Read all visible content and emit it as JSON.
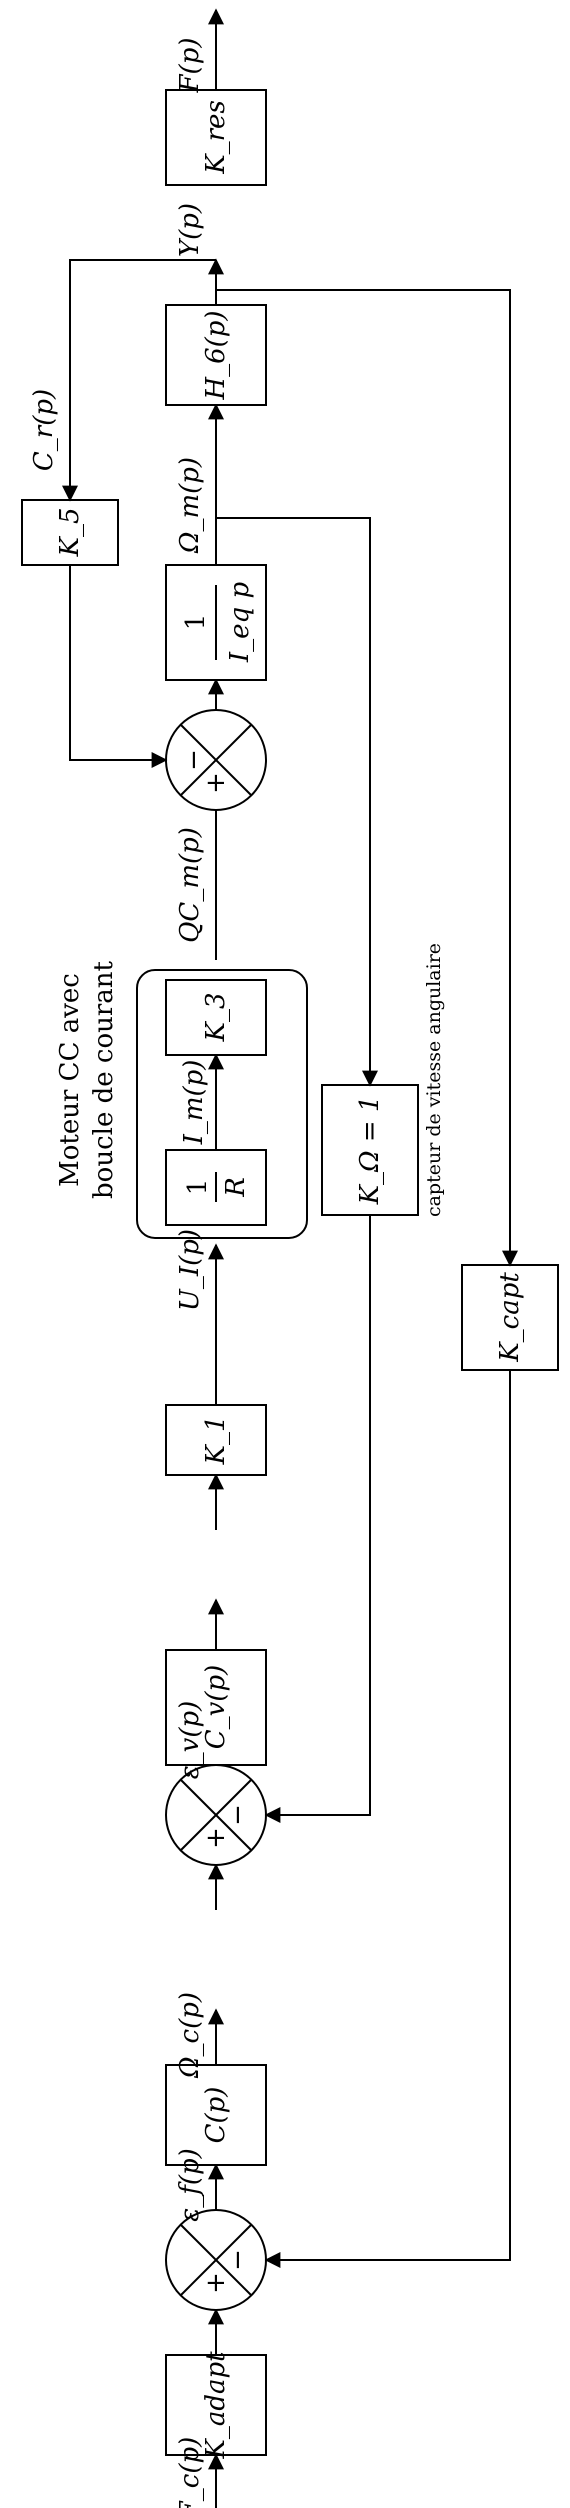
{
  "signals": {
    "input": "F_c(p)",
    "output": "F(p)",
    "error_f": "ε_f(p)",
    "omega_c": "Ω_c(p)",
    "error_v": "ε_v(p)",
    "u_i": "U_I(p)",
    "i_m": "I_m(p)",
    "qc_m": "QC_m(p)",
    "c_r": "C_r(p)",
    "omega_m": "Ω_m(p)",
    "y": "Y(p)"
  },
  "blocks": {
    "k_adapt": "K_adapt",
    "c_p": "C(p)",
    "cv_p": "C_v(p)",
    "k1": "K_1",
    "one_over_r_num": "1",
    "one_over_r_den": "R",
    "k3": "K_3",
    "inertia_num": "1",
    "inertia_den": "I_eq p",
    "h6": "H_6(p)",
    "k_res": "K_res",
    "k5": "K_5",
    "k_omega": "K_Ω = 1",
    "k_capt": "K_capt"
  },
  "summers": {
    "s1_plus": "+",
    "s1_minus": "−",
    "s2_plus": "+",
    "s2_minus": "−",
    "s3_plus": "+",
    "s3_minus": "−"
  },
  "annotations": {
    "motor_line1": "Moteur CC avec",
    "motor_line2": "boucle de courant",
    "speed_sensor": "capteur de vitesse angulaire"
  }
}
